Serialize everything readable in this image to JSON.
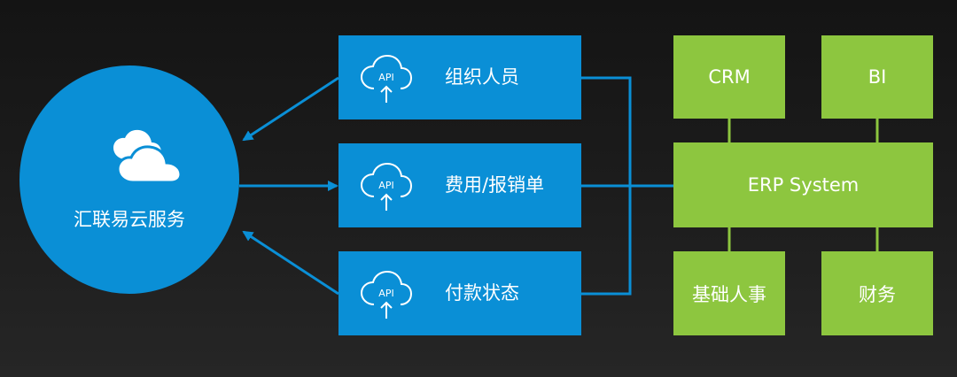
{
  "hub": {
    "label": "汇联易云服务",
    "icon": "cloud-icon"
  },
  "api_boxes": [
    {
      "icon_text": "API",
      "label": "组织人员",
      "arrow": "to-hub"
    },
    {
      "icon_text": "API",
      "label": "费用/报销单",
      "arrow": "from-hub"
    },
    {
      "icon_text": "API",
      "label": "付款状态",
      "arrow": "to-hub"
    }
  ],
  "systems": {
    "top_left": "CRM",
    "top_right": "BI",
    "center": "ERP System",
    "bottom_left": "基础人事",
    "bottom_right": "财务"
  },
  "colors": {
    "background": "#1a1a1a",
    "blue": "#0a8fd6",
    "green": "#8dc63f",
    "text": "#ffffff"
  }
}
